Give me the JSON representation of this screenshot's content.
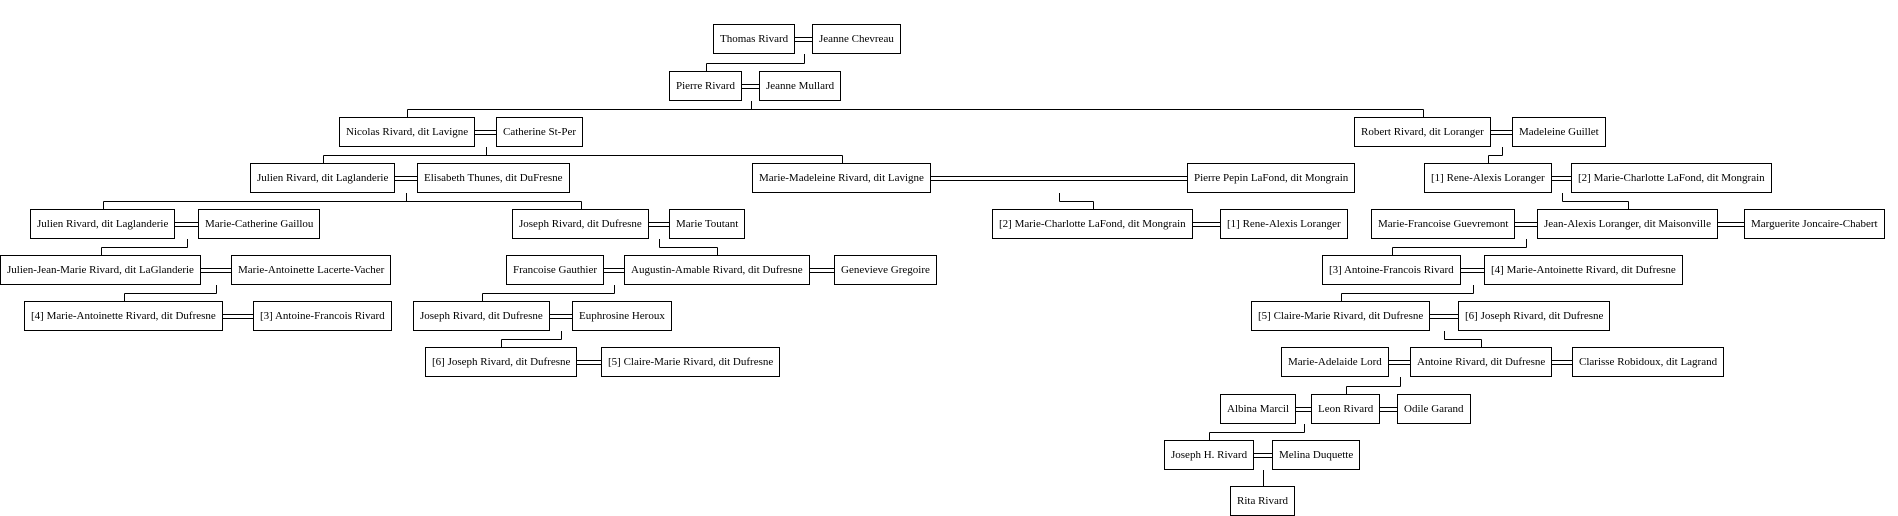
{
  "people": [
    {
      "id": "thomas",
      "name": "Thomas Rivard"
    },
    {
      "id": "jeanne_c",
      "name": "Jeanne Chevreau"
    },
    {
      "id": "pierre",
      "name": "Pierre Rivard"
    },
    {
      "id": "jeanne_m",
      "name": "Jeanne Mullard"
    },
    {
      "id": "nicolas",
      "name": "Nicolas Rivard, dit Lavigne"
    },
    {
      "id": "catherine",
      "name": "Catherine St-Per"
    },
    {
      "id": "robert",
      "name": "Robert Rivard, dit Loranger"
    },
    {
      "id": "madeleine",
      "name": "Madeleine Guillet"
    },
    {
      "id": "julien1",
      "name": "Julien Rivard, dit Laglanderie"
    },
    {
      "id": "elisabeth",
      "name": "Elisabeth Thunes, dit DuFresne"
    },
    {
      "id": "marie_madeleine",
      "name": "Marie-Madeleine Rivard, dit Lavigne"
    },
    {
      "id": "pierre_pepin",
      "name": "Pierre Pepin LaFond, dit Mongrain"
    },
    {
      "id": "rene1",
      "name": "[1] Rene-Alexis Loranger"
    },
    {
      "id": "mc2",
      "name": "[2] Marie-Charlotte LaFond, dit Mongrain"
    },
    {
      "id": "julien2",
      "name": "Julien Rivard, dit Laglanderie"
    },
    {
      "id": "marie_catherine",
      "name": "Marie-Catherine Gaillou"
    },
    {
      "id": "joseph1",
      "name": "Joseph Rivard, dit Dufresne"
    },
    {
      "id": "marie_toutant",
      "name": "Marie Toutant"
    },
    {
      "id": "mc2b",
      "name": "[2] Marie-Charlotte LaFond, dit Mongrain"
    },
    {
      "id": "rene1b",
      "name": "[1] Rene-Alexis Loranger"
    },
    {
      "id": "mf_guevremont",
      "name": "Marie-Francoise Guevremont"
    },
    {
      "id": "jean_alexis",
      "name": "Jean-Alexis Loranger, dit Maisonville"
    },
    {
      "id": "marguerite",
      "name": "Marguerite Joncaire-Chabert"
    },
    {
      "id": "julien_jean",
      "name": "Julien-Jean-Marie Rivard, dit LaGlanderie"
    },
    {
      "id": "ma_lacerte",
      "name": "Marie-Antoinette Lacerte-Vacher"
    },
    {
      "id": "francoise_g",
      "name": "Francoise Gauthier"
    },
    {
      "id": "augustin",
      "name": "Augustin-Amable Rivard, dit Dufresne"
    },
    {
      "id": "genevieve",
      "name": "Genevieve Gregoire"
    },
    {
      "id": "af3a",
      "name": "[3] Antoine-Francois Rivard"
    },
    {
      "id": "ma4a",
      "name": "[4] Marie-Antoinette Rivard, dit Dufresne"
    },
    {
      "id": "ma4b",
      "name": "[4] Marie-Antoinette Rivard, dit Dufresne"
    },
    {
      "id": "af3b",
      "name": "[3] Antoine-Francois Rivard"
    },
    {
      "id": "joseph2",
      "name": "Joseph Rivard, dit Dufresne"
    },
    {
      "id": "euphrosine",
      "name": "Euphrosine Heroux"
    },
    {
      "id": "cm5a",
      "name": "[5] Claire-Marie Rivard, dit Dufresne"
    },
    {
      "id": "j6a",
      "name": "[6] Joseph Rivard, dit Dufresne"
    },
    {
      "id": "j6b",
      "name": "[6] Joseph Rivard, dit Dufresne"
    },
    {
      "id": "cm5b",
      "name": "[5] Claire-Marie Rivard, dit Dufresne"
    },
    {
      "id": "ma_lord",
      "name": "Marie-Adelaide Lord"
    },
    {
      "id": "antoine",
      "name": "Antoine Rivard, dit Dufresne"
    },
    {
      "id": "clarisse",
      "name": "Clarisse Robidoux, dit Lagrand"
    },
    {
      "id": "albina",
      "name": "Albina Marcil"
    },
    {
      "id": "leon",
      "name": "Leon Rivard"
    },
    {
      "id": "odile",
      "name": "Odile Garand"
    },
    {
      "id": "joseph_h",
      "name": "Joseph H. Rivard"
    },
    {
      "id": "melina",
      "name": "Melina Duquette"
    },
    {
      "id": "rita",
      "name": "Rita Rivard"
    }
  ]
}
